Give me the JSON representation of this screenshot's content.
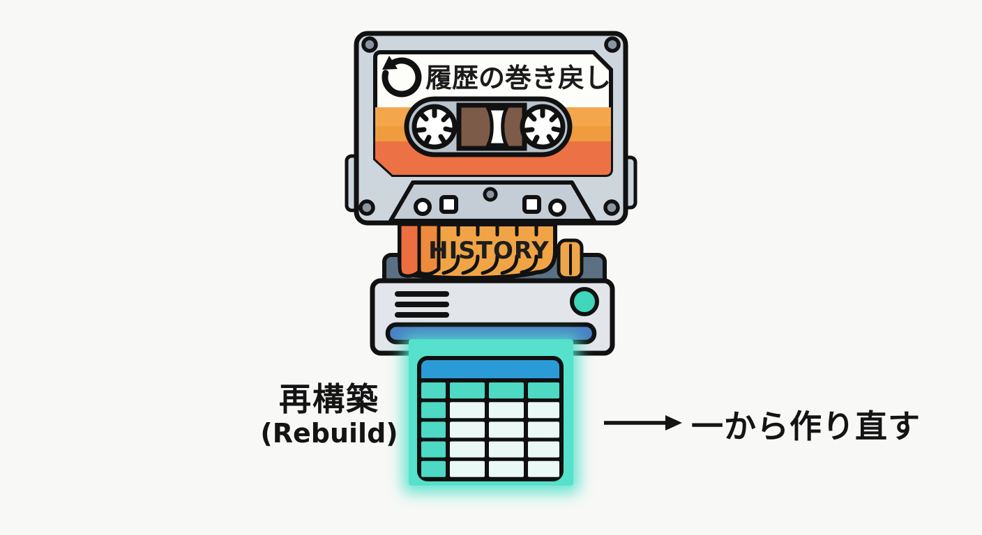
{
  "background_color": "#f8f8f6",
  "cassette": {
    "label_text": "履歴の巻き戻し",
    "label_icon": "undo-rewind-icon",
    "body_color": "#cdd5dd",
    "label_color": "#fdfdfa",
    "stripe_colors": [
      "#f3a64c",
      "#ef9c3e",
      "#ec7245"
    ],
    "window_color": "#b9c3ce",
    "tape_color": "#7c5b48",
    "trapezoid_color": "#c4cdd6",
    "screw_color": "#8b95a2"
  },
  "history_stack": {
    "text": "HISTORY",
    "strip_colors": [
      "#ec6f42",
      "#ee8a3c",
      "#f0a446",
      "#efa64a"
    ],
    "tray_color": "#5b7183"
  },
  "printer": {
    "body_color": "#e2e6ea",
    "slot_color": "#4a80c4",
    "button_color": "#3fd6bb"
  },
  "output_table": {
    "paper_color": "#55e1cb",
    "header_color": "#2b9bd7",
    "accent_cell_color": "#4dd9c4",
    "cell_color": "#eaf8f6",
    "frame_color": "#101010",
    "rows": 5,
    "columns": 4
  },
  "left_caption": {
    "line1": "再構築",
    "line2": "(Rebuild)"
  },
  "right_caption": {
    "arrow_icon": "arrow-right-icon",
    "text": "一から作り直す"
  }
}
